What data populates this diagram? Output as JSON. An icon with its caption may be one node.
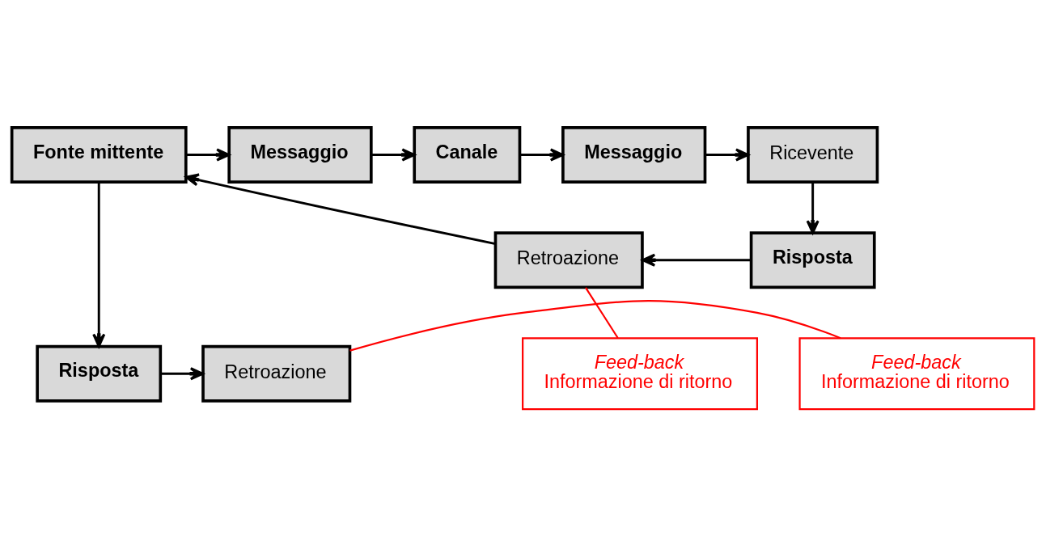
{
  "diagram": {
    "nodes": [
      {
        "text": [
          "Fonte mittente"
        ]
      },
      {
        "text": [
          "Messaggio"
        ]
      },
      {
        "text": [
          "Canale"
        ]
      },
      {
        "text": [
          "Messaggio"
        ]
      },
      {
        "text": [
          "Ricevente"
        ]
      },
      {
        "text": [
          "Risposta"
        ]
      },
      {
        "text": [
          "Retroazione"
        ]
      },
      {
        "text": [
          "Risposta"
        ]
      },
      {
        "text": [
          "Retroazione"
        ]
      },
      {
        "text": [
          "Feed-back",
          "Informazione di ritorno"
        ]
      },
      {
        "text": [
          "Feed-back",
          "Informazione di ritorno"
        ]
      }
    ],
    "edges": [
      {
        "from": 0,
        "to": 1,
        "arrow": "to"
      },
      {
        "from": 1,
        "to": 2,
        "arrow": "to"
      },
      {
        "from": 2,
        "to": 3,
        "arrow": "to"
      },
      {
        "from": 3,
        "to": 4,
        "arrow": "to"
      },
      {
        "from": 4,
        "to": 5,
        "arrow": "to"
      },
      {
        "from": 5,
        "to": 6,
        "arrow": "to"
      },
      {
        "from": 6,
        "to": 0,
        "arrow": "to"
      },
      {
        "from": 0,
        "to": 7,
        "arrow": "to"
      },
      {
        "from": 7,
        "to": 8,
        "arrow": "to"
      },
      {
        "from": 9,
        "to": 6,
        "arrow": "none",
        "color": "#ff0000"
      },
      {
        "from": 10,
        "to": 8,
        "arrow": "none",
        "color": "#ff0000"
      }
    ]
  }
}
